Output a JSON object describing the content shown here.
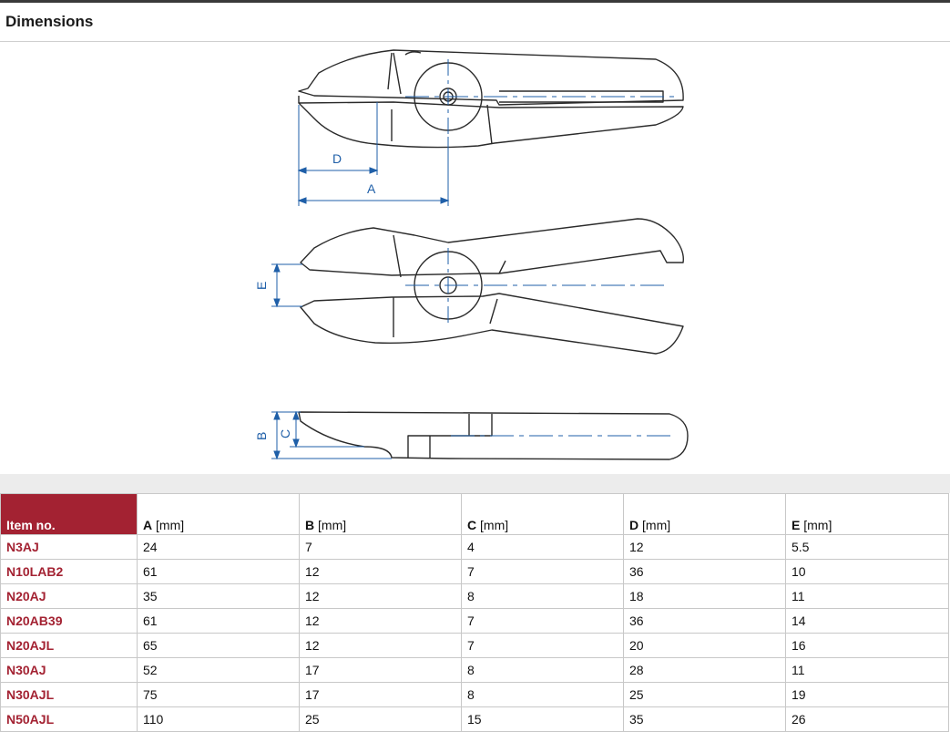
{
  "section": {
    "title": "Dimensions"
  },
  "diagram": {
    "labels": {
      "a": "A",
      "b": "B",
      "c": "C",
      "d": "D",
      "e": "E"
    },
    "colors": {
      "outline": "#2b2b2b",
      "dimension": "#1f5fa8"
    }
  },
  "table": {
    "headers": [
      {
        "key": "Item no.",
        "unit": ""
      },
      {
        "key": "A",
        "unit": "[mm]"
      },
      {
        "key": "B",
        "unit": "[mm]"
      },
      {
        "key": "C",
        "unit": "[mm]"
      },
      {
        "key": "D",
        "unit": "[mm]"
      },
      {
        "key": "E",
        "unit": "[mm]"
      }
    ],
    "rows": [
      [
        "N3AJ",
        "24",
        "7",
        "4",
        "12",
        "5.5"
      ],
      [
        "N10LAB2",
        "61",
        "12",
        "7",
        "36",
        "10"
      ],
      [
        "N20AJ",
        "35",
        "12",
        "8",
        "18",
        "11"
      ],
      [
        "N20AB39",
        "61",
        "12",
        "7",
        "36",
        "14"
      ],
      [
        "N20AJL",
        "65",
        "12",
        "7",
        "20",
        "16"
      ],
      [
        "N30AJ",
        "52",
        "17",
        "8",
        "28",
        "11"
      ],
      [
        "N30AJL",
        "75",
        "17",
        "8",
        "25",
        "19"
      ],
      [
        "N50AJL",
        "110",
        "25",
        "15",
        "35",
        "26"
      ]
    ],
    "colors": {
      "header_accent": "#a32232",
      "item_text": "#a32232"
    }
  }
}
